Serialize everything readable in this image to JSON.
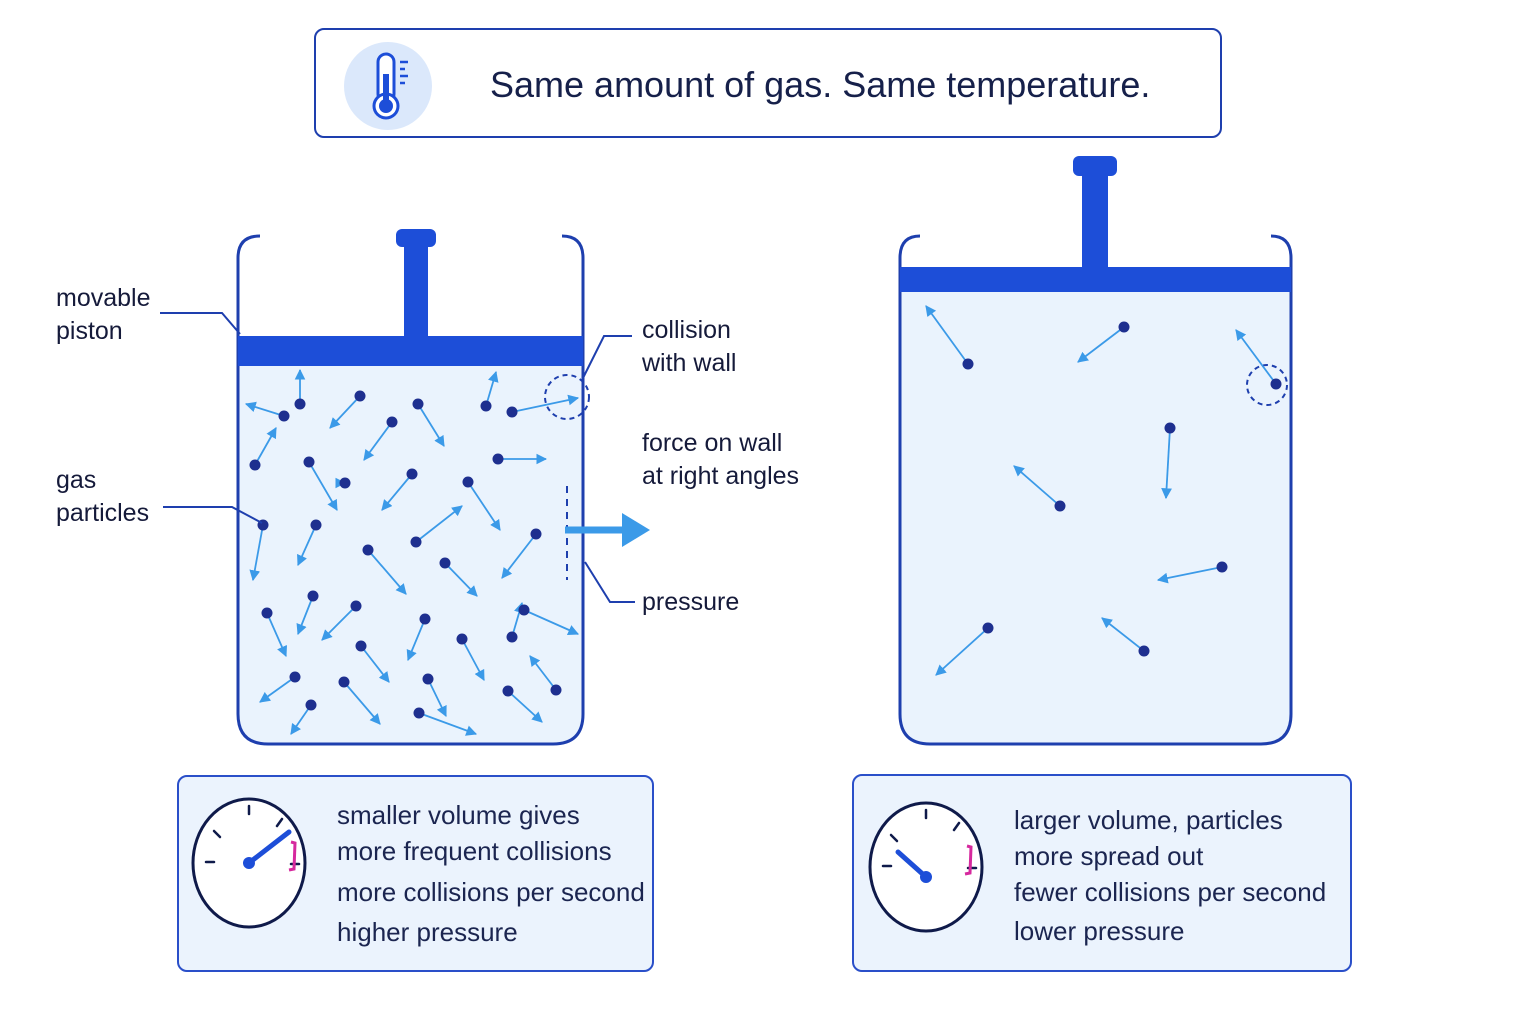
{
  "header": {
    "title": "Same amount of gas.  Same temperature.",
    "icon": "thermometer-icon"
  },
  "labels": {
    "movable_piston": [
      "movable",
      "piston"
    ],
    "gas_particles": [
      "gas",
      "particles"
    ],
    "collision_with_wall": [
      "collision",
      "with wall"
    ],
    "force_on_wall": [
      "force on wall",
      "at right angles"
    ],
    "pressure": "pressure"
  },
  "panels": [
    {
      "id": "small-volume",
      "gauge_icon": "pressure-gauge-high-icon",
      "lines": [
        "smaller volume gives",
        "more frequent collisions",
        "more collisions per second",
        "higher pressure"
      ]
    },
    {
      "id": "large-volume",
      "gauge_icon": "pressure-gauge-low-icon",
      "lines": [
        "larger volume, particles",
        "more spread out",
        "fewer collisions per second",
        "lower pressure"
      ]
    }
  ],
  "colors": {
    "container_outline": "#1e3fae",
    "piston": "#1d4ed8",
    "gas_fill": "#eaf3fd",
    "particle": "#1e2f8f",
    "arrow": "#3b9ae8",
    "gauge_red_zone": "#d6299e"
  }
}
